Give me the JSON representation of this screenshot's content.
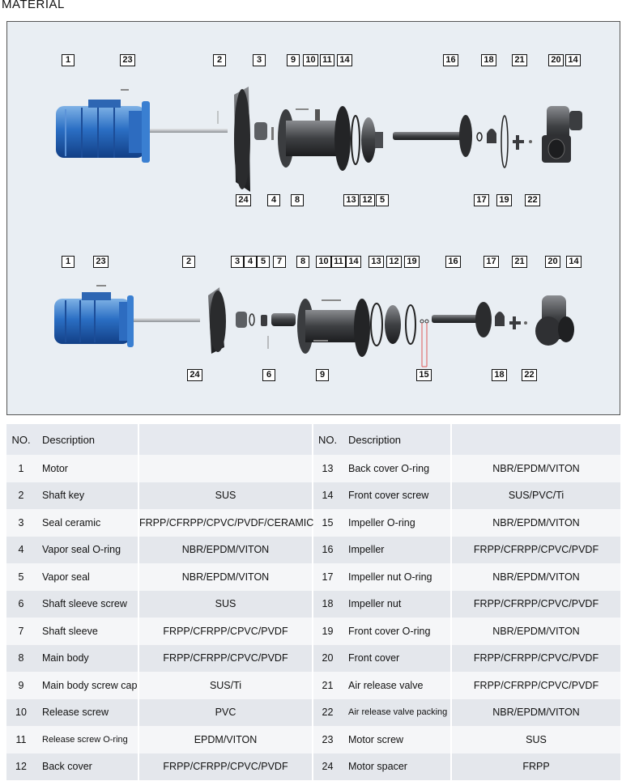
{
  "page_title": "MATERIAL",
  "top_diagram": {
    "labels": [
      "1",
      "23",
      "2",
      "3",
      "9",
      "10",
      "11",
      "14",
      "16",
      "18",
      "21",
      "20",
      "14",
      "24",
      "4",
      "8",
      "13",
      "12",
      "5",
      "17",
      "19",
      "22"
    ]
  },
  "bottom_diagram": {
    "labels": [
      "1",
      "23",
      "2",
      "3",
      "4",
      "5",
      "7",
      "8",
      "10",
      "11",
      "14",
      "13",
      "12",
      "19",
      "16",
      "17",
      "21",
      "20",
      "14",
      "24",
      "6",
      "9",
      "15",
      "18",
      "22"
    ]
  },
  "table": {
    "headers": {
      "no": "NO.",
      "description": "Description",
      "material": ""
    },
    "rows": [
      {
        "no": "1",
        "description": "Motor",
        "material": ""
      },
      {
        "no": "2",
        "description": "Shaft key",
        "material": "SUS"
      },
      {
        "no": "3",
        "description": "Seal ceramic",
        "material": "FRPP/CFRPP/CPVC/PVDF/CERAMIC"
      },
      {
        "no": "4",
        "description": "Vapor seal O-ring",
        "material": "NBR/EPDM/VITON"
      },
      {
        "no": "5",
        "description": "Vapor seal",
        "material": "NBR/EPDM/VITON"
      },
      {
        "no": "6",
        "description": "Shaft sleeve screw",
        "material": "SUS"
      },
      {
        "no": "7",
        "description": "Shaft sleeve",
        "material": "FRPP/CFRPP/CPVC/PVDF"
      },
      {
        "no": "8",
        "description": "Main body",
        "material": "FRPP/CFRPP/CPVC/PVDF"
      },
      {
        "no": "9",
        "description": "Main body screw cap",
        "material": "SUS/Ti"
      },
      {
        "no": "10",
        "description": "Release screw",
        "material": "PVC"
      },
      {
        "no": "11",
        "description": "Release screw O-ring",
        "material": "EPDM/VITON"
      },
      {
        "no": "12",
        "description": "Back cover",
        "material": "FRPP/CFRPP/CPVC/PVDF"
      },
      {
        "no": "13",
        "description": "Back cover O-ring",
        "material": "NBR/EPDM/VITON"
      },
      {
        "no": "14",
        "description": "Front cover screw",
        "material": "SUS/PVC/Ti"
      },
      {
        "no": "15",
        "description": "Impeller O-ring",
        "material": "NBR/EPDM/VITON"
      },
      {
        "no": "16",
        "description": "Impeller",
        "material": "FRPP/CFRPP/CPVC/PVDF"
      },
      {
        "no": "17",
        "description": "Impeller nut O-ring",
        "material": "NBR/EPDM/VITON"
      },
      {
        "no": "18",
        "description": "Impeller nut",
        "material": "FRPP/CFRPP/CPVC/PVDF"
      },
      {
        "no": "19",
        "description": "Front cover O-ring",
        "material": "NBR/EPDM/VITON"
      },
      {
        "no": "20",
        "description": "Front cover",
        "material": "FRPP/CFRPP/CPVC/PVDF"
      },
      {
        "no": "21",
        "description": "Air release valve",
        "material": "FRPP/CFRPP/CPVC/PVDF"
      },
      {
        "no": "22",
        "description": "Air release valve packing",
        "material": "NBR/EPDM/VITON"
      },
      {
        "no": "23",
        "description": "Motor screw",
        "material": "SUS"
      },
      {
        "no": "24",
        "description": "Motor spacer",
        "material": "FRPP"
      }
    ]
  }
}
